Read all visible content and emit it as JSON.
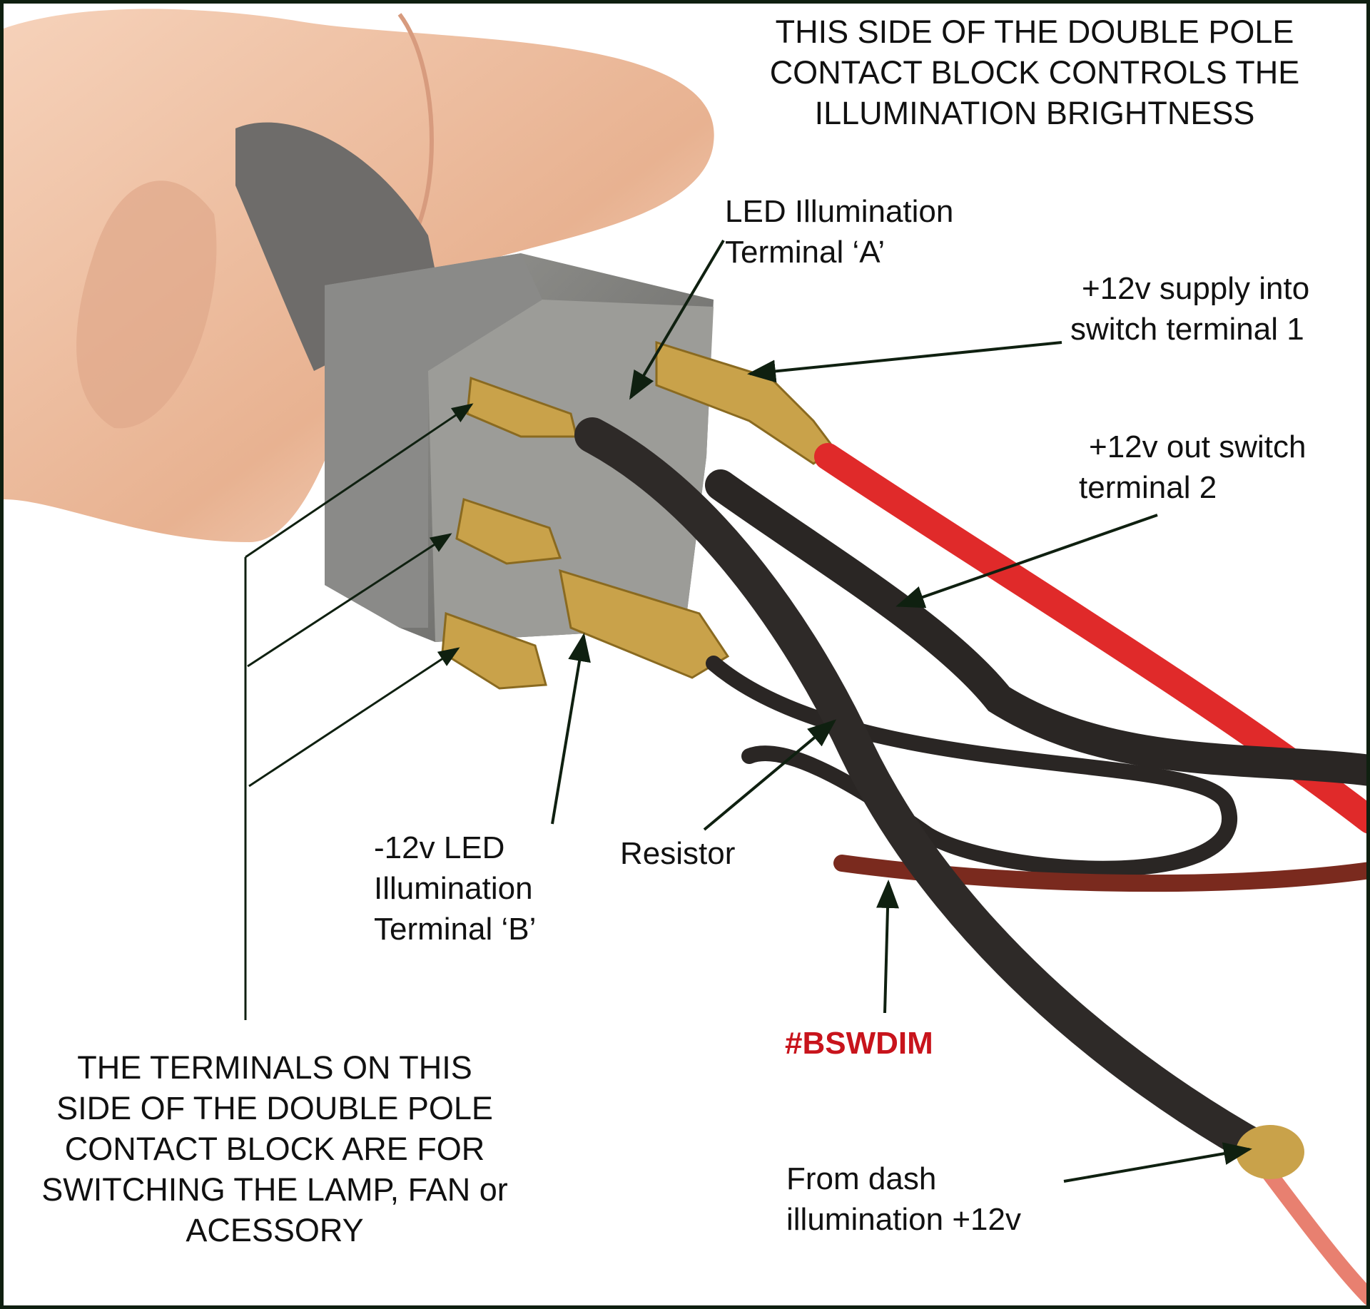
{
  "top_note": {
    "lines": [
      "THIS SIDE OF THE DOUBLE POLE",
      "CONTACT BLOCK CONTROLS THE",
      "ILLUMINATION BRIGHTNESS"
    ]
  },
  "bottom_note": {
    "lines": [
      "THE TERMINALS ON THIS",
      "SIDE OF THE DOUBLE POLE",
      "CONTACT BLOCK ARE FOR",
      "SWITCHING THE LAMP, FAN or",
      "ACESSORY"
    ]
  },
  "labels": {
    "terminal_a": [
      "LED Illumination",
      "Terminal ‘A’"
    ],
    "supply_in": [
      "+12v supply into",
      "switch terminal 1"
    ],
    "out": [
      "+12v out switch",
      "terminal 2"
    ],
    "terminal_b": [
      "-12v LED",
      "Illumination",
      "Terminal ‘B’"
    ],
    "resistor": "Resistor",
    "hashtag": "#BSWDIM",
    "dash": [
      "From dash",
      "illumination +12v"
    ]
  },
  "colors": {
    "border": "#0f2010",
    "hashtag": "#c8141c",
    "arrow": "#0f2010",
    "red_wire": "#e02a2a",
    "black_wire": "#2a2624",
    "switch_body": "#7a7a78",
    "brass": "#c9a24a",
    "skin": "#efc2a4"
  }
}
